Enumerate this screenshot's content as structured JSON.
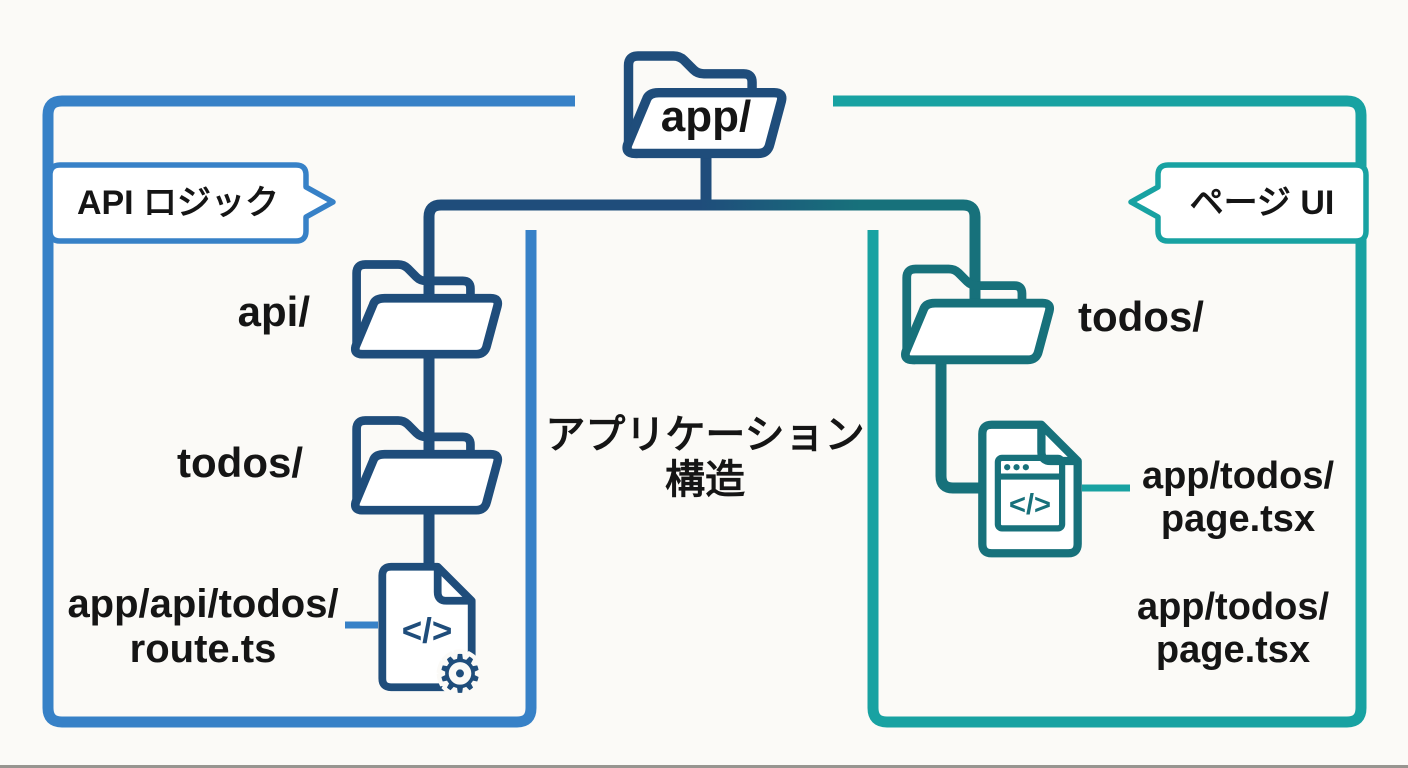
{
  "title_center": "アプリケーション\n構造",
  "root_folder": {
    "label": "app/"
  },
  "left_branch": {
    "tag_label": "API ロジック",
    "folders": [
      {
        "label": "api/"
      },
      {
        "label": "todos/"
      }
    ],
    "file_label": "app/api/todos/\nroute.ts"
  },
  "right_branch": {
    "tag_label": "ページ UI",
    "folders": [
      {
        "label": "todos/"
      }
    ],
    "file_label": "app/todos/\npage.tsx",
    "file_label_secondary": "app/todos/\npage.tsx"
  },
  "icons": {
    "code_glyph": "</>",
    "gear_glyph": "⚙"
  },
  "colors": {
    "bg": "#fbfaf7",
    "accent_blue": "#3781c7",
    "navy": "#1f4d7b",
    "accent_teal": "#18a2a2",
    "teal_dark": "#17717b",
    "text": "#151515"
  }
}
